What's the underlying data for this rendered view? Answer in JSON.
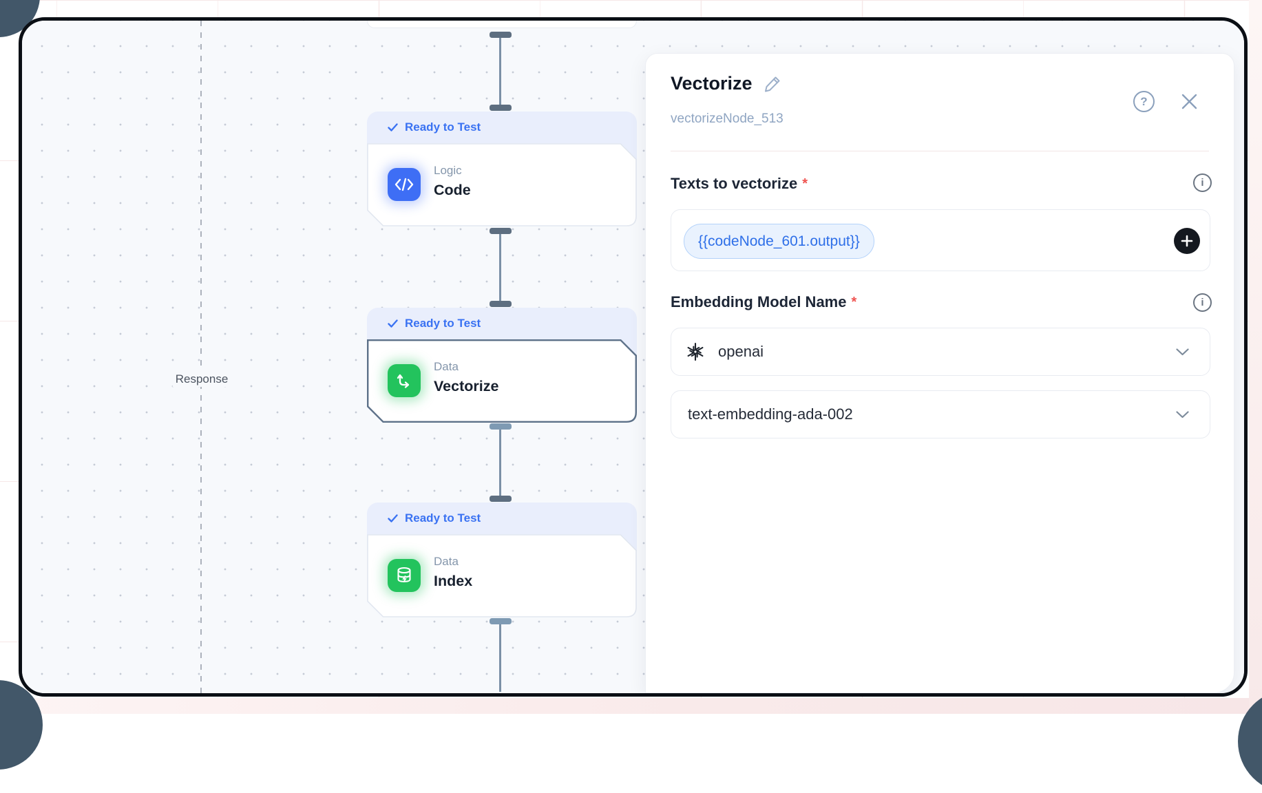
{
  "canvas": {
    "response_label": "Response",
    "nodes": [
      {
        "status": "Ready to Test",
        "category": "Logic",
        "name": "Code"
      },
      {
        "status": "Ready to Test",
        "category": "Data",
        "name": "Vectorize",
        "selected": true
      },
      {
        "status": "Ready to Test",
        "category": "Data",
        "name": "Index"
      }
    ]
  },
  "panel": {
    "title": "Vectorize",
    "node_id": "vectorizeNode_513",
    "required_marker": "*",
    "help_glyph": "?",
    "info_glyph": "i",
    "texts_field": {
      "label": "Texts to vectorize",
      "chip": "{{codeNode_601.output}}"
    },
    "embedding_field": {
      "label": "Embedding Model Name",
      "provider": "openai",
      "model": "text-embedding-ada-002"
    }
  },
  "colors": {
    "accent_blue": "#3e6ef5",
    "node_green": "#23c35d",
    "badge_bg": "#e9eefc",
    "badge_text": "#3a72f2",
    "selected_border": "#5d7189",
    "chip_bg": "#e9f2fe",
    "chip_border": "#b3d2fa",
    "chip_text": "#2e6fe8",
    "required_red": "#ef5350",
    "wire": "#7b90a6",
    "handle_dark": "#5d6e80",
    "handle_light": "#7e9ab3"
  }
}
